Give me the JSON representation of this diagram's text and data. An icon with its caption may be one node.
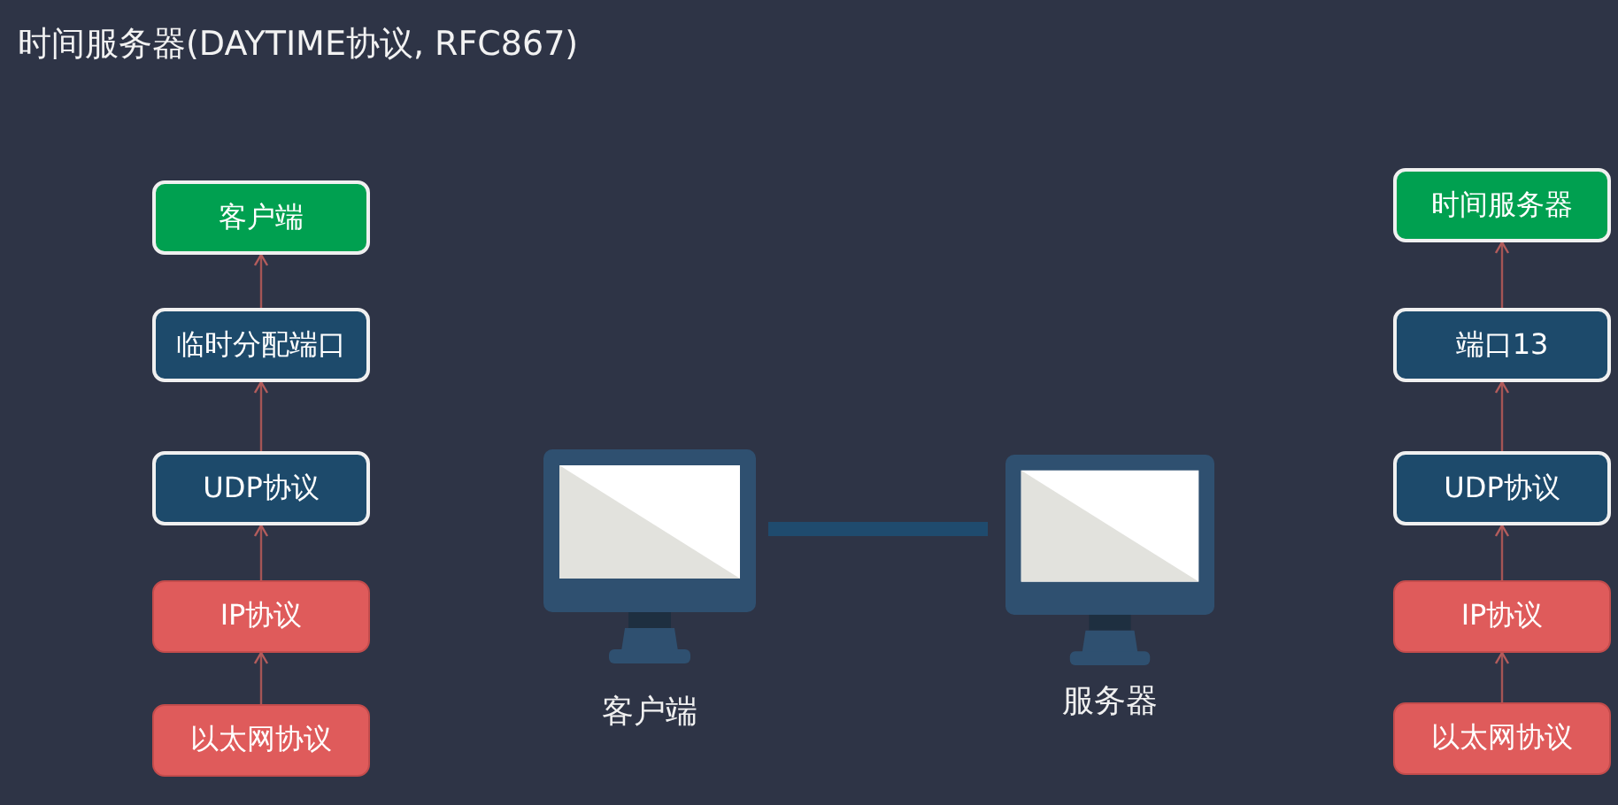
{
  "diagram": {
    "title": "时间服务器(DAYTIME协议, RFC867)",
    "nodes": [
      {
        "text": [
          "客户端"
        ]
      },
      {
        "text": [
          "临时分配端口"
        ]
      },
      {
        "text": [
          "UDP协议"
        ]
      },
      {
        "text": [
          "IP协议"
        ]
      },
      {
        "text": [
          "以太网协议"
        ]
      },
      {
        "text": [
          "客户端"
        ]
      },
      {
        "text": [
          "服务器"
        ]
      },
      {
        "text": [
          "时间服务器"
        ]
      },
      {
        "text": [
          "端口13"
        ]
      },
      {
        "text": [
          "UDP协议"
        ]
      },
      {
        "text": [
          "IP协议"
        ]
      },
      {
        "text": [
          "以太网协议"
        ]
      }
    ],
    "edges": [
      {
        "from": 4,
        "to": 3,
        "arrow": "to"
      },
      {
        "from": 3,
        "to": 2,
        "arrow": "to"
      },
      {
        "from": 2,
        "to": 1,
        "arrow": "to"
      },
      {
        "from": 1,
        "to": 0,
        "arrow": "to"
      },
      {
        "from": 5,
        "to": 6,
        "arrow": "none",
        "style": "thick",
        "color": "#1f4b6e"
      },
      {
        "from": 11,
        "to": 10,
        "arrow": "to"
      },
      {
        "from": 10,
        "to": 9,
        "arrow": "to"
      },
      {
        "from": 9,
        "to": 8,
        "arrow": "to"
      },
      {
        "from": 8,
        "to": 7,
        "arrow": "to"
      }
    ]
  }
}
